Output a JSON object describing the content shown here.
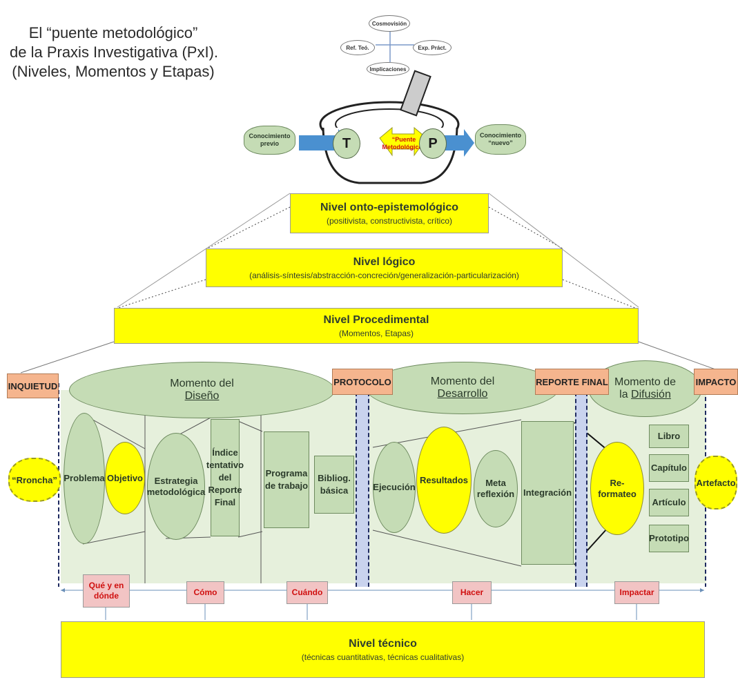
{
  "title": {
    "line1": "El “puente metodológico”",
    "line2": "de la Praxis Investigativa (PxI).",
    "line3": "(Niveles, Momentos y Etapas)"
  },
  "mortar": {
    "top": "Cosmovisión",
    "left": "Ref. Teó.",
    "right": "Exp. Práct.",
    "bottom": "Implicaciones"
  },
  "bridge": {
    "input_cloud": "Conocimiento previo",
    "t_label": "T",
    "center": "“Puente Metodológico”",
    "p_label": "P",
    "output_cloud": "Conocimiento “nuevo”"
  },
  "levels": [
    {
      "title": "Nivel onto-epistemológico",
      "subtitle": "(positivista, constructivista, crítico)"
    },
    {
      "title": "Nivel lógico",
      "subtitle": "(análisis-síntesis/abstracción-concreción/generalización-particularización)"
    },
    {
      "title": "Nivel Procedimental",
      "subtitle": "(Momentos, Etapas)"
    },
    {
      "title": "Nivel técnico",
      "subtitle": "(técnicas cuantitativas, técnicas cualitativas)"
    }
  ],
  "tags": {
    "inquietud": "INQUIETUD",
    "protocolo": "PROTOCOLO",
    "reporte": "REPORTE FINAL",
    "impacto": "IMPACTO"
  },
  "moments": [
    {
      "line1": "Momento del",
      "line2": "Diseño"
    },
    {
      "line1": "Momento del",
      "line2": "Desarrollo"
    },
    {
      "line1": "Momento de",
      "line2_prefix": "la ",
      "line2": "Difusión"
    }
  ],
  "stages": {
    "rroncha": "“Rroncha”",
    "problema": "Problema",
    "objetivo": "Objetivo",
    "estrategia": "Estrategia metodológica",
    "indice": "Índice tentativo del Reporte Final",
    "programa": "Programa de trabajo",
    "bibliog": "Bibliog. básica",
    "ejecucion": "Ejecución",
    "resultados": "Resultados",
    "meta": "Meta reflexión",
    "integracion": "Integración",
    "reformateo": "Re-formateo",
    "libro": "Libro",
    "capitulo": "Capítulo",
    "articulo": "Artículo",
    "prototipo": "Prototipo",
    "artefacto": "Artefacto"
  },
  "actions": [
    "Qué y en dónde",
    "Cómo",
    "Cuándo",
    "Hacer",
    "Impactar"
  ],
  "colors": {
    "yellow": "#ffff00",
    "green": "#c5dcb5",
    "orange": "#f5b58e",
    "blue_band": "#c9d3ee",
    "action_text": "#d01010"
  }
}
